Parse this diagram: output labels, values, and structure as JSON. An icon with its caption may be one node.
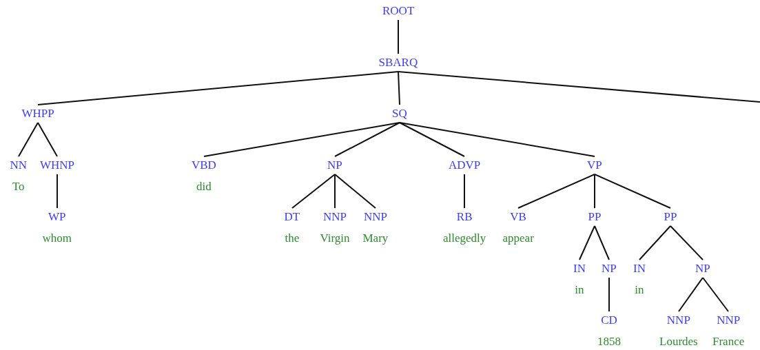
{
  "diagram": {
    "nodes": [
      {
        "text": [
          "ROOT"
        ]
      },
      {
        "text": [
          "SBARQ"
        ]
      },
      {
        "text": [
          "WHPP"
        ]
      },
      {
        "text": [
          "NN",
          "To"
        ]
      },
      {
        "text": [
          "WHNP"
        ]
      },
      {
        "text": [
          "WP",
          "whom"
        ]
      },
      {
        "text": [
          "SQ"
        ]
      },
      {
        "text": [
          "VBD",
          "did"
        ]
      },
      {
        "text": [
          "NP"
        ]
      },
      {
        "text": [
          "DT",
          "the"
        ]
      },
      {
        "text": [
          "NNP",
          "Virgin"
        ]
      },
      {
        "text": [
          "NNP",
          "Mary"
        ]
      },
      {
        "text": [
          "ADVP"
        ]
      },
      {
        "text": [
          "RB",
          "allegedly"
        ]
      },
      {
        "text": [
          "VP"
        ]
      },
      {
        "text": [
          "VB",
          "appear"
        ]
      },
      {
        "text": [
          "PP"
        ]
      },
      {
        "text": [
          "IN",
          "in"
        ]
      },
      {
        "text": [
          "NP"
        ]
      },
      {
        "text": [
          "CD",
          "1858"
        ]
      },
      {
        "text": [
          "PP"
        ]
      },
      {
        "text": [
          "IN",
          "in"
        ]
      },
      {
        "text": [
          "NP"
        ]
      },
      {
        "text": [
          "NNP",
          "Lourdes"
        ]
      },
      {
        "text": [
          "NNP",
          "France"
        ]
      }
    ],
    "edges": [
      {
        "from": 0,
        "to": 1,
        "arrow": "none"
      },
      {
        "from": 1,
        "to": 2,
        "arrow": "none"
      },
      {
        "from": 1,
        "to": 6,
        "arrow": "none"
      },
      {
        "from": 1,
        "to": null,
        "arrow": "none"
      },
      {
        "from": 2,
        "to": 3,
        "arrow": "none"
      },
      {
        "from": 2,
        "to": 4,
        "arrow": "none"
      },
      {
        "from": 4,
        "to": 5,
        "arrow": "none"
      },
      {
        "from": 6,
        "to": 7,
        "arrow": "none"
      },
      {
        "from": 6,
        "to": 8,
        "arrow": "none"
      },
      {
        "from": 6,
        "to": 12,
        "arrow": "none"
      },
      {
        "from": 6,
        "to": 14,
        "arrow": "none"
      },
      {
        "from": 8,
        "to": 9,
        "arrow": "none"
      },
      {
        "from": 8,
        "to": 10,
        "arrow": "none"
      },
      {
        "from": 8,
        "to": 11,
        "arrow": "none"
      },
      {
        "from": 12,
        "to": 13,
        "arrow": "none"
      },
      {
        "from": 14,
        "to": 15,
        "arrow": "none"
      },
      {
        "from": 14,
        "to": 16,
        "arrow": "none"
      },
      {
        "from": 14,
        "to": 20,
        "arrow": "none"
      },
      {
        "from": 16,
        "to": 17,
        "arrow": "none"
      },
      {
        "from": 16,
        "to": 18,
        "arrow": "none"
      },
      {
        "from": 18,
        "to": 19,
        "arrow": "none"
      },
      {
        "from": 20,
        "to": 21,
        "arrow": "none"
      },
      {
        "from": 20,
        "to": 22,
        "arrow": "none"
      },
      {
        "from": 22,
        "to": 23,
        "arrow": "none"
      },
      {
        "from": 22,
        "to": 24,
        "arrow": "none"
      }
    ]
  }
}
